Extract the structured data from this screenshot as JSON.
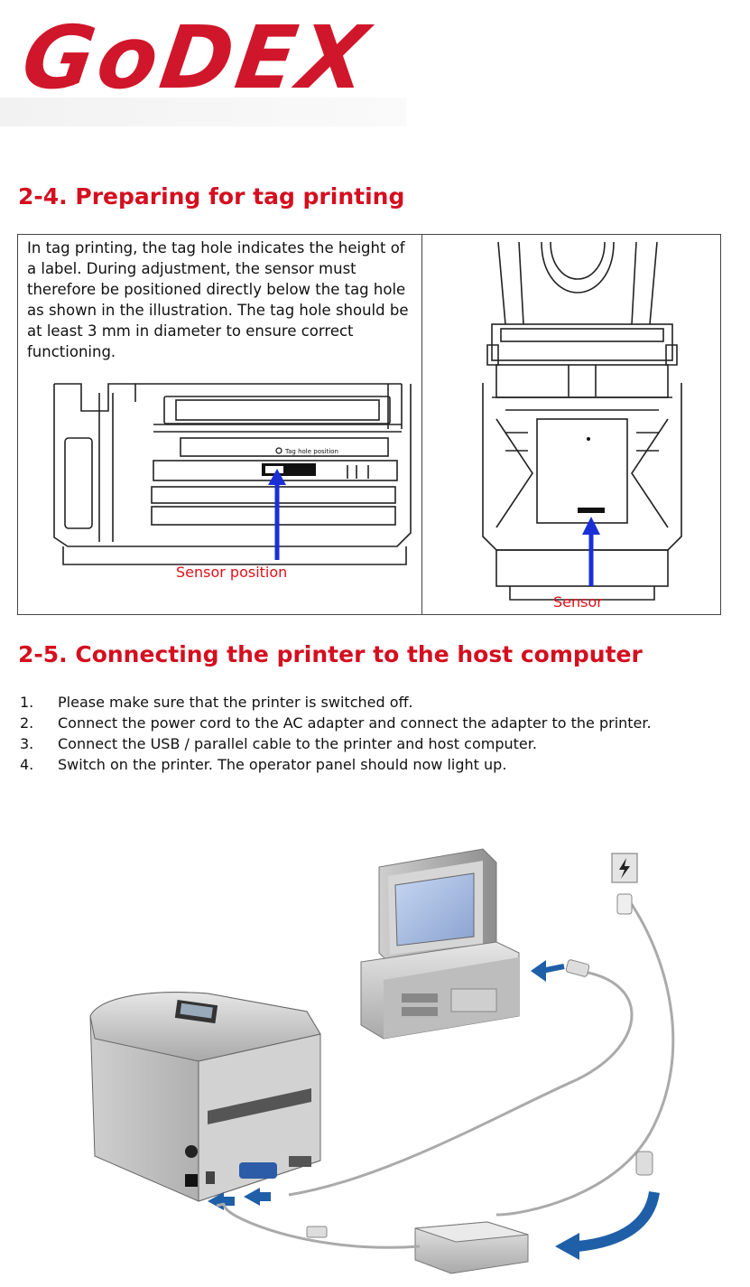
{
  "logo": {
    "text": "GoDEX"
  },
  "section_tag": {
    "heading": "2-4. Preparing for tag printing",
    "paragraph": "In tag printing, the tag hole indicates the height of a label. During adjustment, the sensor must therefore be positioned directly below the tag hole as shown in the illustration. The tag hole should be at least 3 mm in diameter to ensure correct functioning.",
    "left_figure_label": "Tag hole position",
    "left_caption": "Sensor position",
    "right_caption": "Sensor"
  },
  "section_connect": {
    "heading": "2-5. Connecting the printer to the host computer",
    "steps": [
      {
        "num": "1.",
        "text": "Please make sure that the printer is switched off."
      },
      {
        "num": "2.",
        "text": "Connect the power cord to the AC adapter and connect the adapter to the printer."
      },
      {
        "num": "3.",
        "text": "Connect the USB / parallel cable to the printer and host computer."
      },
      {
        "num": "4.",
        "text": "Switch on the printer. The operator panel should now light up."
      }
    ]
  },
  "colors": {
    "brand_red": "#d40f1f",
    "caption_red": "#e0101a",
    "arrow_blue": "#1a2fd6",
    "connector_blue": "#1f5fa8"
  },
  "icons": {
    "power_symbol": "lightning-bolt-icon"
  }
}
